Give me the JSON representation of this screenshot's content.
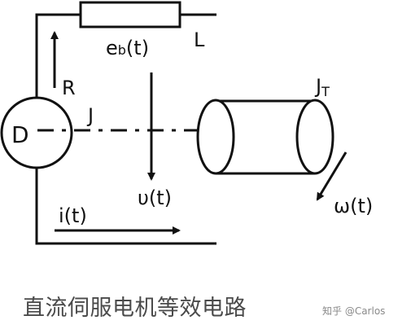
{
  "diagram": {
    "labels": {
      "eb": "e",
      "eb_sub": "b",
      "eb_arg": "(t)",
      "L": "L",
      "R": "R",
      "D": "D",
      "J": "J",
      "JT": "J",
      "JT_sub": "T",
      "v": "υ(t)",
      "i": "i(t)",
      "omega": "ω(t)"
    }
  },
  "caption": "直流伺服电机等效电路",
  "watermark": "知乎 @Carlos"
}
